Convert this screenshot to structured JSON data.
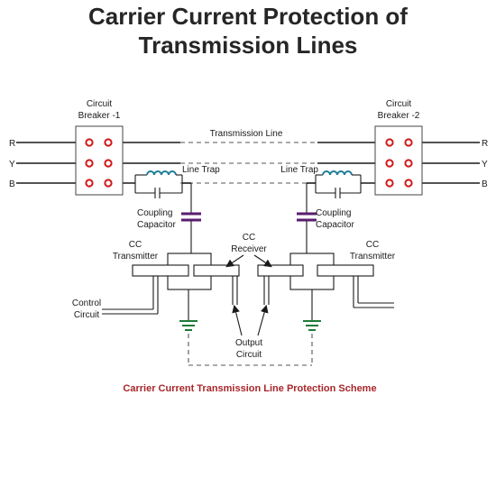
{
  "title": {
    "line1": "Carrier Current Protection of",
    "line2": "Transmission Lines"
  },
  "labels": {
    "cb1_line1": "Circuit",
    "cb1_line2": "Breaker -1",
    "cb2_line1": "Circuit",
    "cb2_line2": "Breaker -2",
    "transmission_line": "Transmission Line",
    "line_trap": "Line Trap",
    "coupling_line1": "Coupling",
    "coupling_line2": "Capacitor",
    "cc_transmitter_line1": "CC",
    "cc_transmitter_line2": "Transmitter",
    "cc_receiver_line1": "CC",
    "cc_receiver_line2": "Receiver",
    "control_line1": "Control",
    "control_line2": "Circuit",
    "output_line1": "Output",
    "output_line2": "Circuit",
    "phase_r": "R",
    "phase_y": "Y",
    "phase_b": "B"
  },
  "caption": "Carrier Current Transmission Line Protection Scheme",
  "colors": {
    "contact": "#d01818",
    "line_trap_coil": "#1f7f96",
    "coupling_capacitor": "#5a1e6e",
    "earth": "#1f7a38",
    "caption": "#a8262a"
  }
}
